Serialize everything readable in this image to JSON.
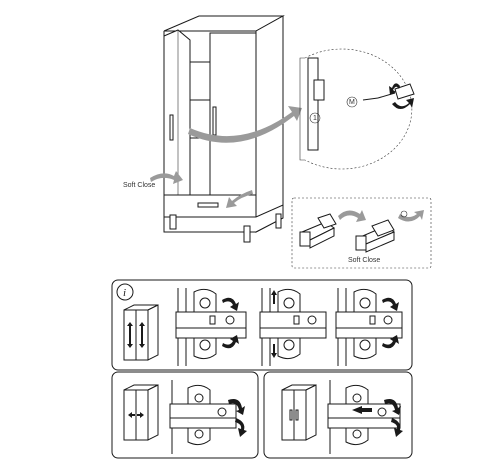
{
  "labels": {
    "soft_close_left": "Soft Close",
    "soft_close_detail": "Soft Close",
    "info_symbol": "i"
  },
  "colors": {
    "line": "#1a1a1a",
    "arrow_grey": "#9a9a9a",
    "background": "#ffffff"
  },
  "icons": [
    "screwdriver-icon",
    "rotate-arrow-icon",
    "info-icon",
    "wardrobe-icon",
    "hinge-icon"
  ]
}
